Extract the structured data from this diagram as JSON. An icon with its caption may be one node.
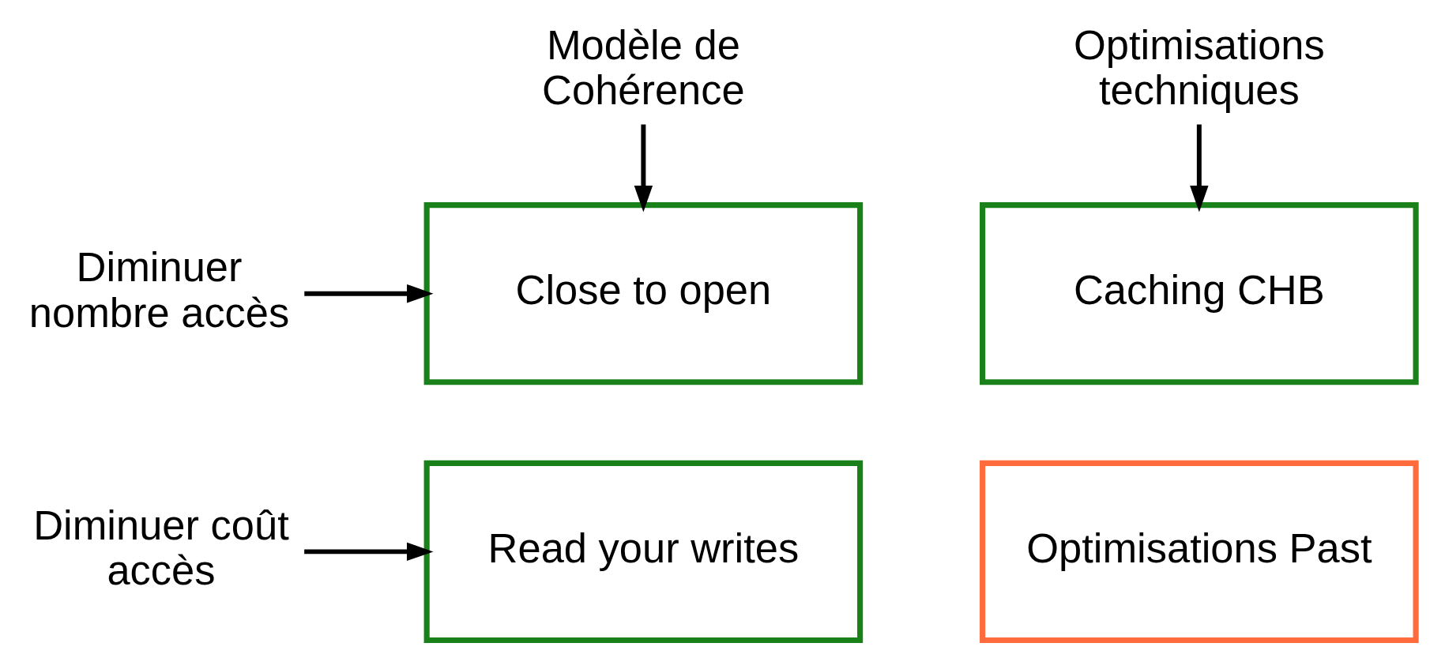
{
  "diagram": {
    "nodes": [
      {
        "text": [
          "Modèle de Cohérence"
        ]
      },
      {
        "text": [
          "Optimisations techniques"
        ]
      },
      {
        "text": [
          "Diminuer nombre accès"
        ]
      },
      {
        "text": [
          "Close to open"
        ]
      },
      {
        "text": [
          "Caching CHB"
        ]
      },
      {
        "text": [
          "Diminuer coût accès"
        ]
      },
      {
        "text": [
          "Read your writes"
        ]
      },
      {
        "text": [
          "Optimisations Past"
        ]
      }
    ],
    "edges": [
      {
        "from": 0,
        "to": 3,
        "arrow": "to"
      },
      {
        "from": 1,
        "to": 4,
        "arrow": "to"
      },
      {
        "from": 2,
        "to": 3,
        "arrow": "to"
      },
      {
        "from": 5,
        "to": 6,
        "arrow": "to"
      }
    ]
  }
}
